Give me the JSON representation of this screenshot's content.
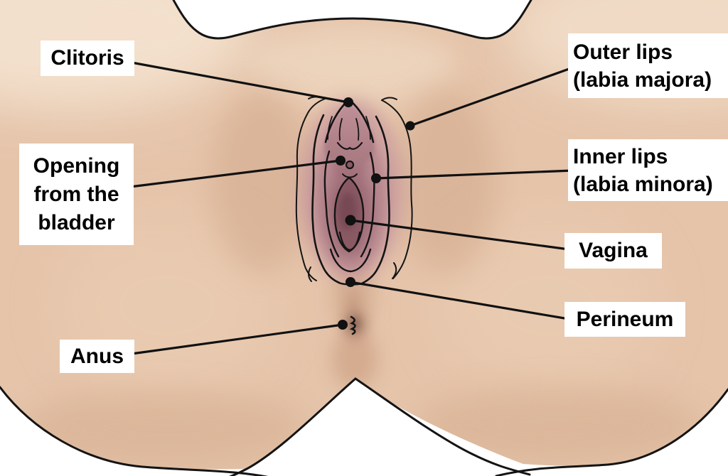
{
  "diagram": {
    "labels": [
      {
        "id": "clitoris",
        "text": "Clitoris"
      },
      {
        "id": "opening-from-bladder",
        "text": "Opening\nfrom the\nbladder"
      },
      {
        "id": "anus",
        "text": "Anus"
      },
      {
        "id": "outer-lips",
        "text": "Outer lips\n(labia majora)"
      },
      {
        "id": "inner-lips",
        "text": "Inner lips\n(labia minora)"
      },
      {
        "id": "vagina",
        "text": "Vagina"
      },
      {
        "id": "perineum",
        "text": "Perineum"
      }
    ],
    "palette": {
      "background": "#ffffff",
      "skin": "#e5c4aa",
      "skin_highlight": "#f3e2cf",
      "skin_shadow": "#d2a98c",
      "vulva_outer": "#c6969c",
      "vulva_mid": "#a77680",
      "vulva_inner": "#8a5a64",
      "vulva_deep": "#744752",
      "outline": "#141414",
      "label_bg": "#ffffff",
      "label_text": "#000000"
    }
  }
}
